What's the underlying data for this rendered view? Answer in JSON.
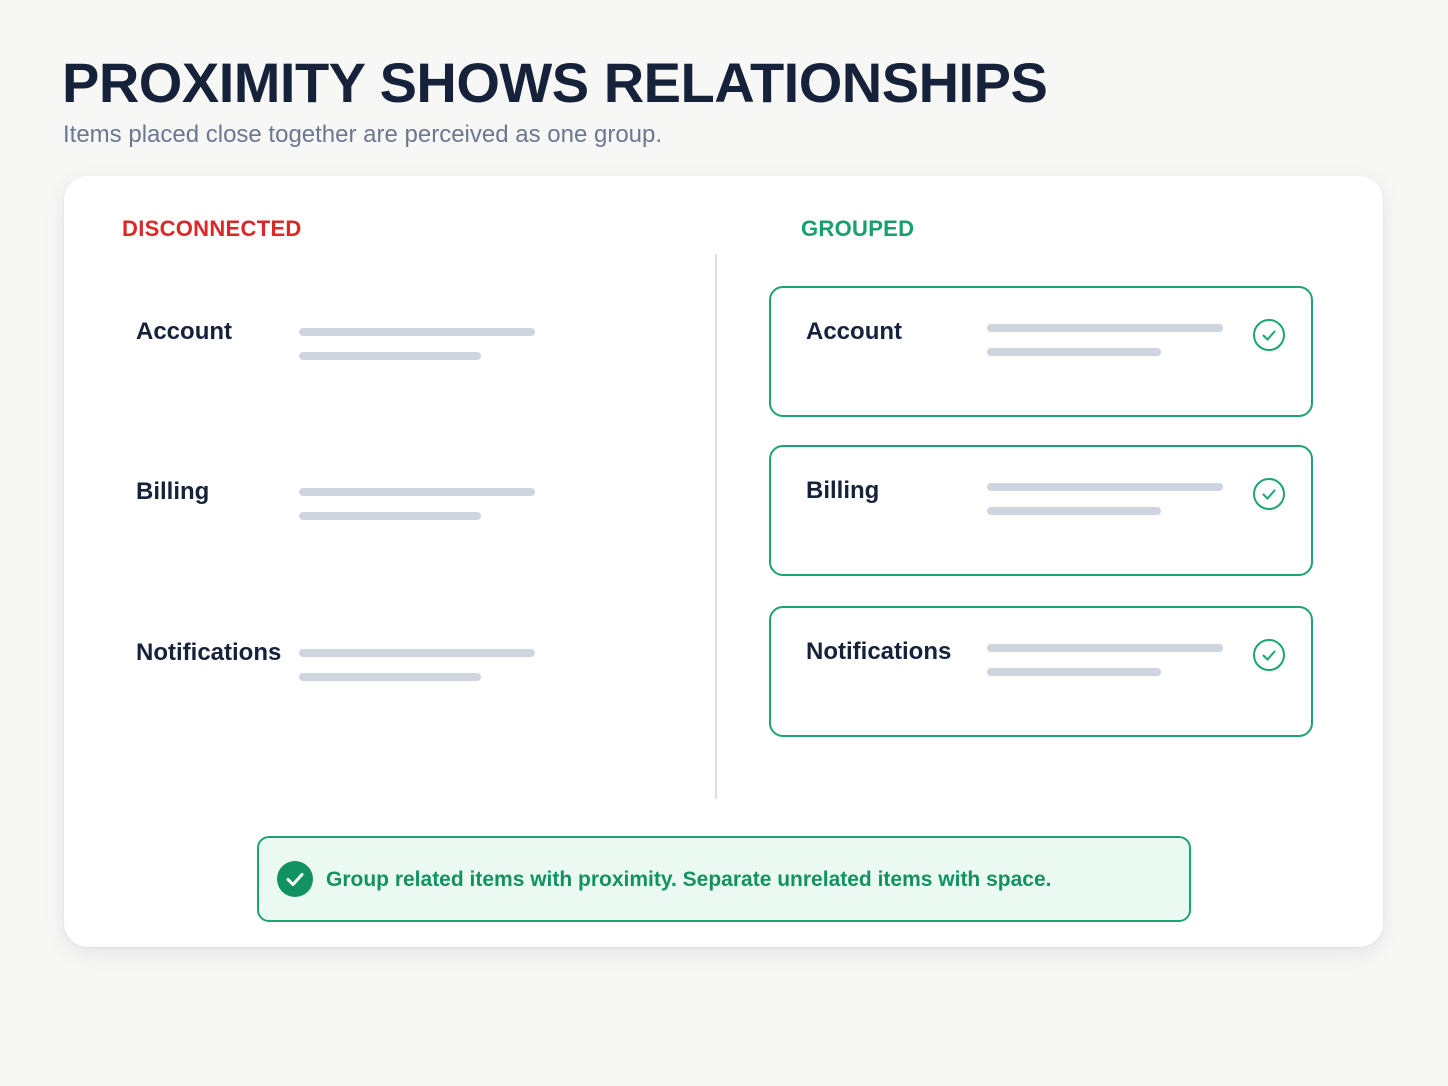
{
  "header": {
    "title": "PROXIMITY SHOWS RELATIONSHIPS",
    "subtitle": "Items placed close together are perceived as one group."
  },
  "colors": {
    "title": "#16213a",
    "subtitle": "#6b7891",
    "bad_accent": "#dd2727",
    "good_accent": "#17a06a",
    "group_border": "#1ba571",
    "placeholder_line": "#ced5de",
    "tip_background": "#eafaf2"
  },
  "left_column": {
    "heading": "DISCONNECTED",
    "items": [
      {
        "label": "Account"
      },
      {
        "label": "Billing"
      },
      {
        "label": "Notifications"
      }
    ]
  },
  "right_column": {
    "heading": "GROUPED",
    "items": [
      {
        "label": "Account",
        "icon": "check-circle-icon"
      },
      {
        "label": "Billing",
        "icon": "check-circle-icon"
      },
      {
        "label": "Notifications",
        "icon": "check-circle-icon"
      }
    ]
  },
  "tip": {
    "icon": "check-circle-filled-icon",
    "text": "Group related items with proximity. Separate unrelated items with space."
  }
}
